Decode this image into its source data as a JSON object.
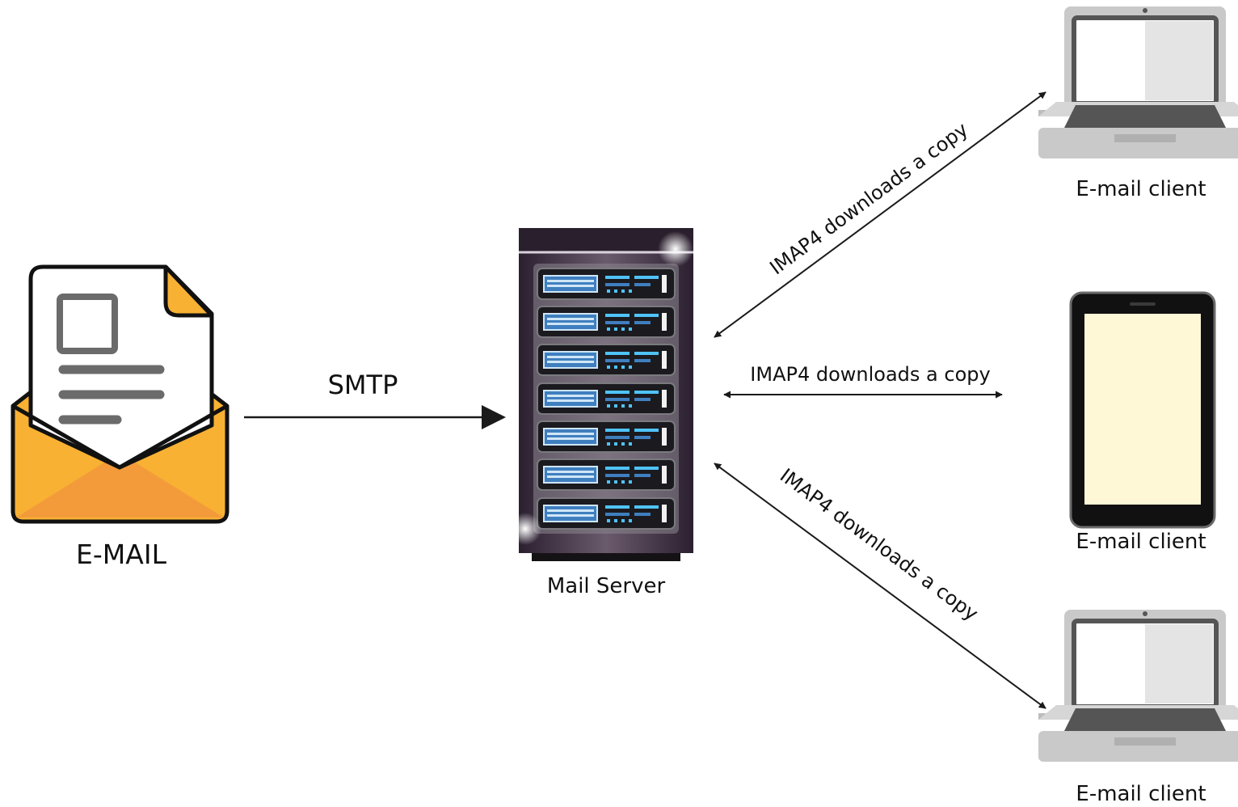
{
  "nodes": {
    "email": {
      "label": "E-MAIL",
      "icon": "envelope-document-icon"
    },
    "server": {
      "label": "Mail Server",
      "icon": "server-rack-icon"
    },
    "client_top": {
      "label": "E-mail client",
      "icon": "laptop-icon"
    },
    "client_middle": {
      "label": "E-mail client",
      "icon": "tablet-icon"
    },
    "client_bottom": {
      "label": "E-mail client",
      "icon": "laptop-icon"
    }
  },
  "edges": {
    "smtp": {
      "label": "SMTP",
      "from": "email",
      "to": "server"
    },
    "imap_top": {
      "label": "IMAP4 downloads a copy",
      "from": "server",
      "to": "client_top"
    },
    "imap_middle": {
      "label": "IMAP4 downloads a copy",
      "from": "server",
      "to": "client_middle"
    },
    "imap_bottom": {
      "label": "IMAP4 downloads a copy",
      "from": "server",
      "to": "client_bottom"
    }
  },
  "colors": {
    "envelope": "#F8B133",
    "envelope_inner": "#F39B3B",
    "server_body": "#3A2A3D",
    "server_accent": "#4FC3F7",
    "laptop_body": "#C9C9C9",
    "tablet_screen": "#FFF8D6"
  }
}
